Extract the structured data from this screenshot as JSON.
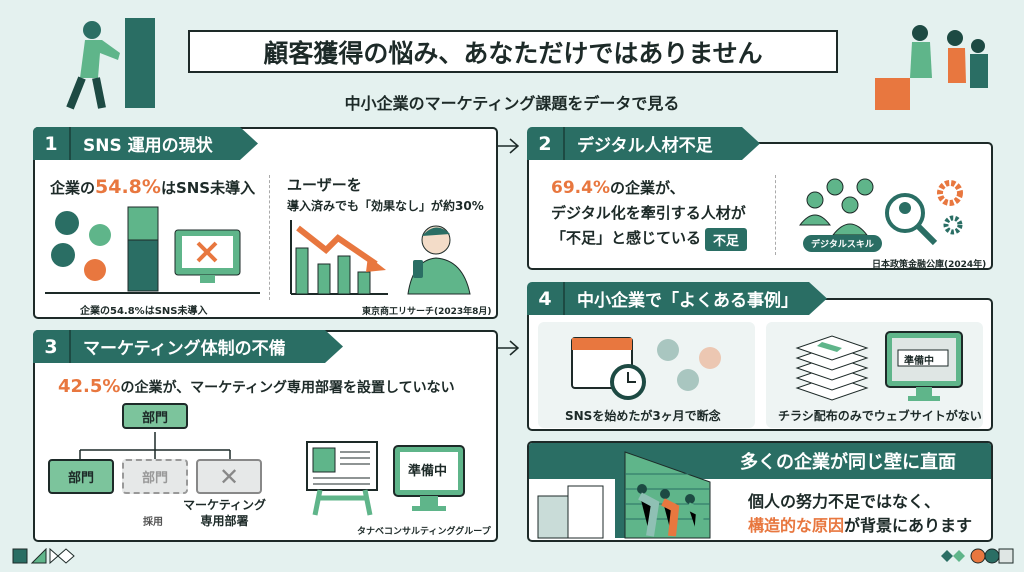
{
  "header": {
    "title": "顧客獲得の悩み、あなただけではありません",
    "subtitle": "中小企業のマーケティング課題をデータで見る"
  },
  "panel1": {
    "num": "1",
    "title": "SNS 運用の現状",
    "stat_prefix": "企業の",
    "stat_value": "54.8%",
    "stat_suffix": "はSNS未導入",
    "caption": "企業の54.8%はSNS未導入",
    "right_line1": "ユーザーを",
    "right_line2": "導入済みでも「効果なし」が約30%",
    "source": "東京商工リサーチ(2023年8月)"
  },
  "panel2": {
    "num": "2",
    "title": "デジタル人材不足",
    "stat_value": "69.4%",
    "line1": "の企業が、",
    "line2": "デジタル化を牽引する人材が",
    "line3": "「不足」と感じている",
    "badge": "不足",
    "skill_label": "デジタルスキル",
    "source": "日本政策金融公庫(2024年)"
  },
  "panel3": {
    "num": "3",
    "title": "マーケティング体制の不備",
    "stat_value": "42.5%",
    "stat_suffix": "の企業が、マーケティング専用部署を設置していない",
    "org_top": "部門",
    "org_left": "部門",
    "org_mid": "部門",
    "org_mid_note": "採用",
    "org_right_label": "マーケティング\n専用部署",
    "screen_label": "準備中",
    "source": "タナベコンサルティンググループ"
  },
  "panel4": {
    "num": "4",
    "title": "中小企業で「よくある事例」",
    "case1": "SNSを始めたが3ヶ月で断念",
    "case2": "チラシ配布のみでウェブサイトがない",
    "screen_label": "準備中"
  },
  "panel5": {
    "title": "多くの企業が同じ壁に直面",
    "line1": "個人の努力不足ではなく、",
    "line2_highlight": "構造的な原因",
    "line2_rest": "が背景にあります"
  },
  "colors": {
    "teal": "#2a6e64",
    "green": "#5fb58a",
    "orange": "#e8773f",
    "bg": "#e4f1ef"
  }
}
